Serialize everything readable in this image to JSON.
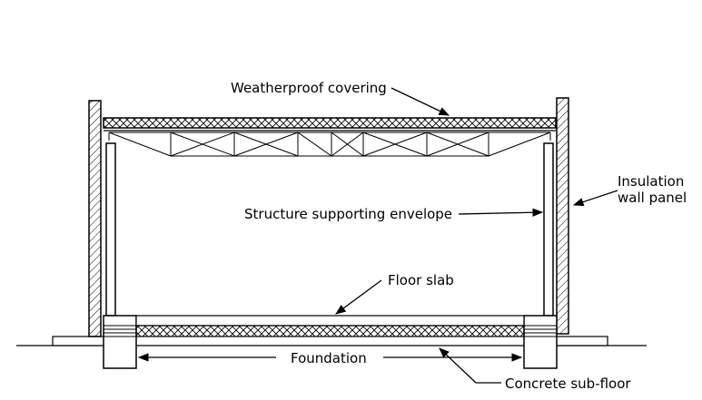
{
  "labels": {
    "weatherproof_covering": "Weatherproof covering",
    "insulation_line1": "Insulation",
    "insulation_line2": "wall panel",
    "structure_supporting": "Structure supporting envelope",
    "floor_slab": "Floor slab",
    "foundation": "Foundation",
    "concrete_subfloor": "Concrete sub-floor"
  },
  "colors": {
    "line": "#000000",
    "background": "#ffffff"
  }
}
